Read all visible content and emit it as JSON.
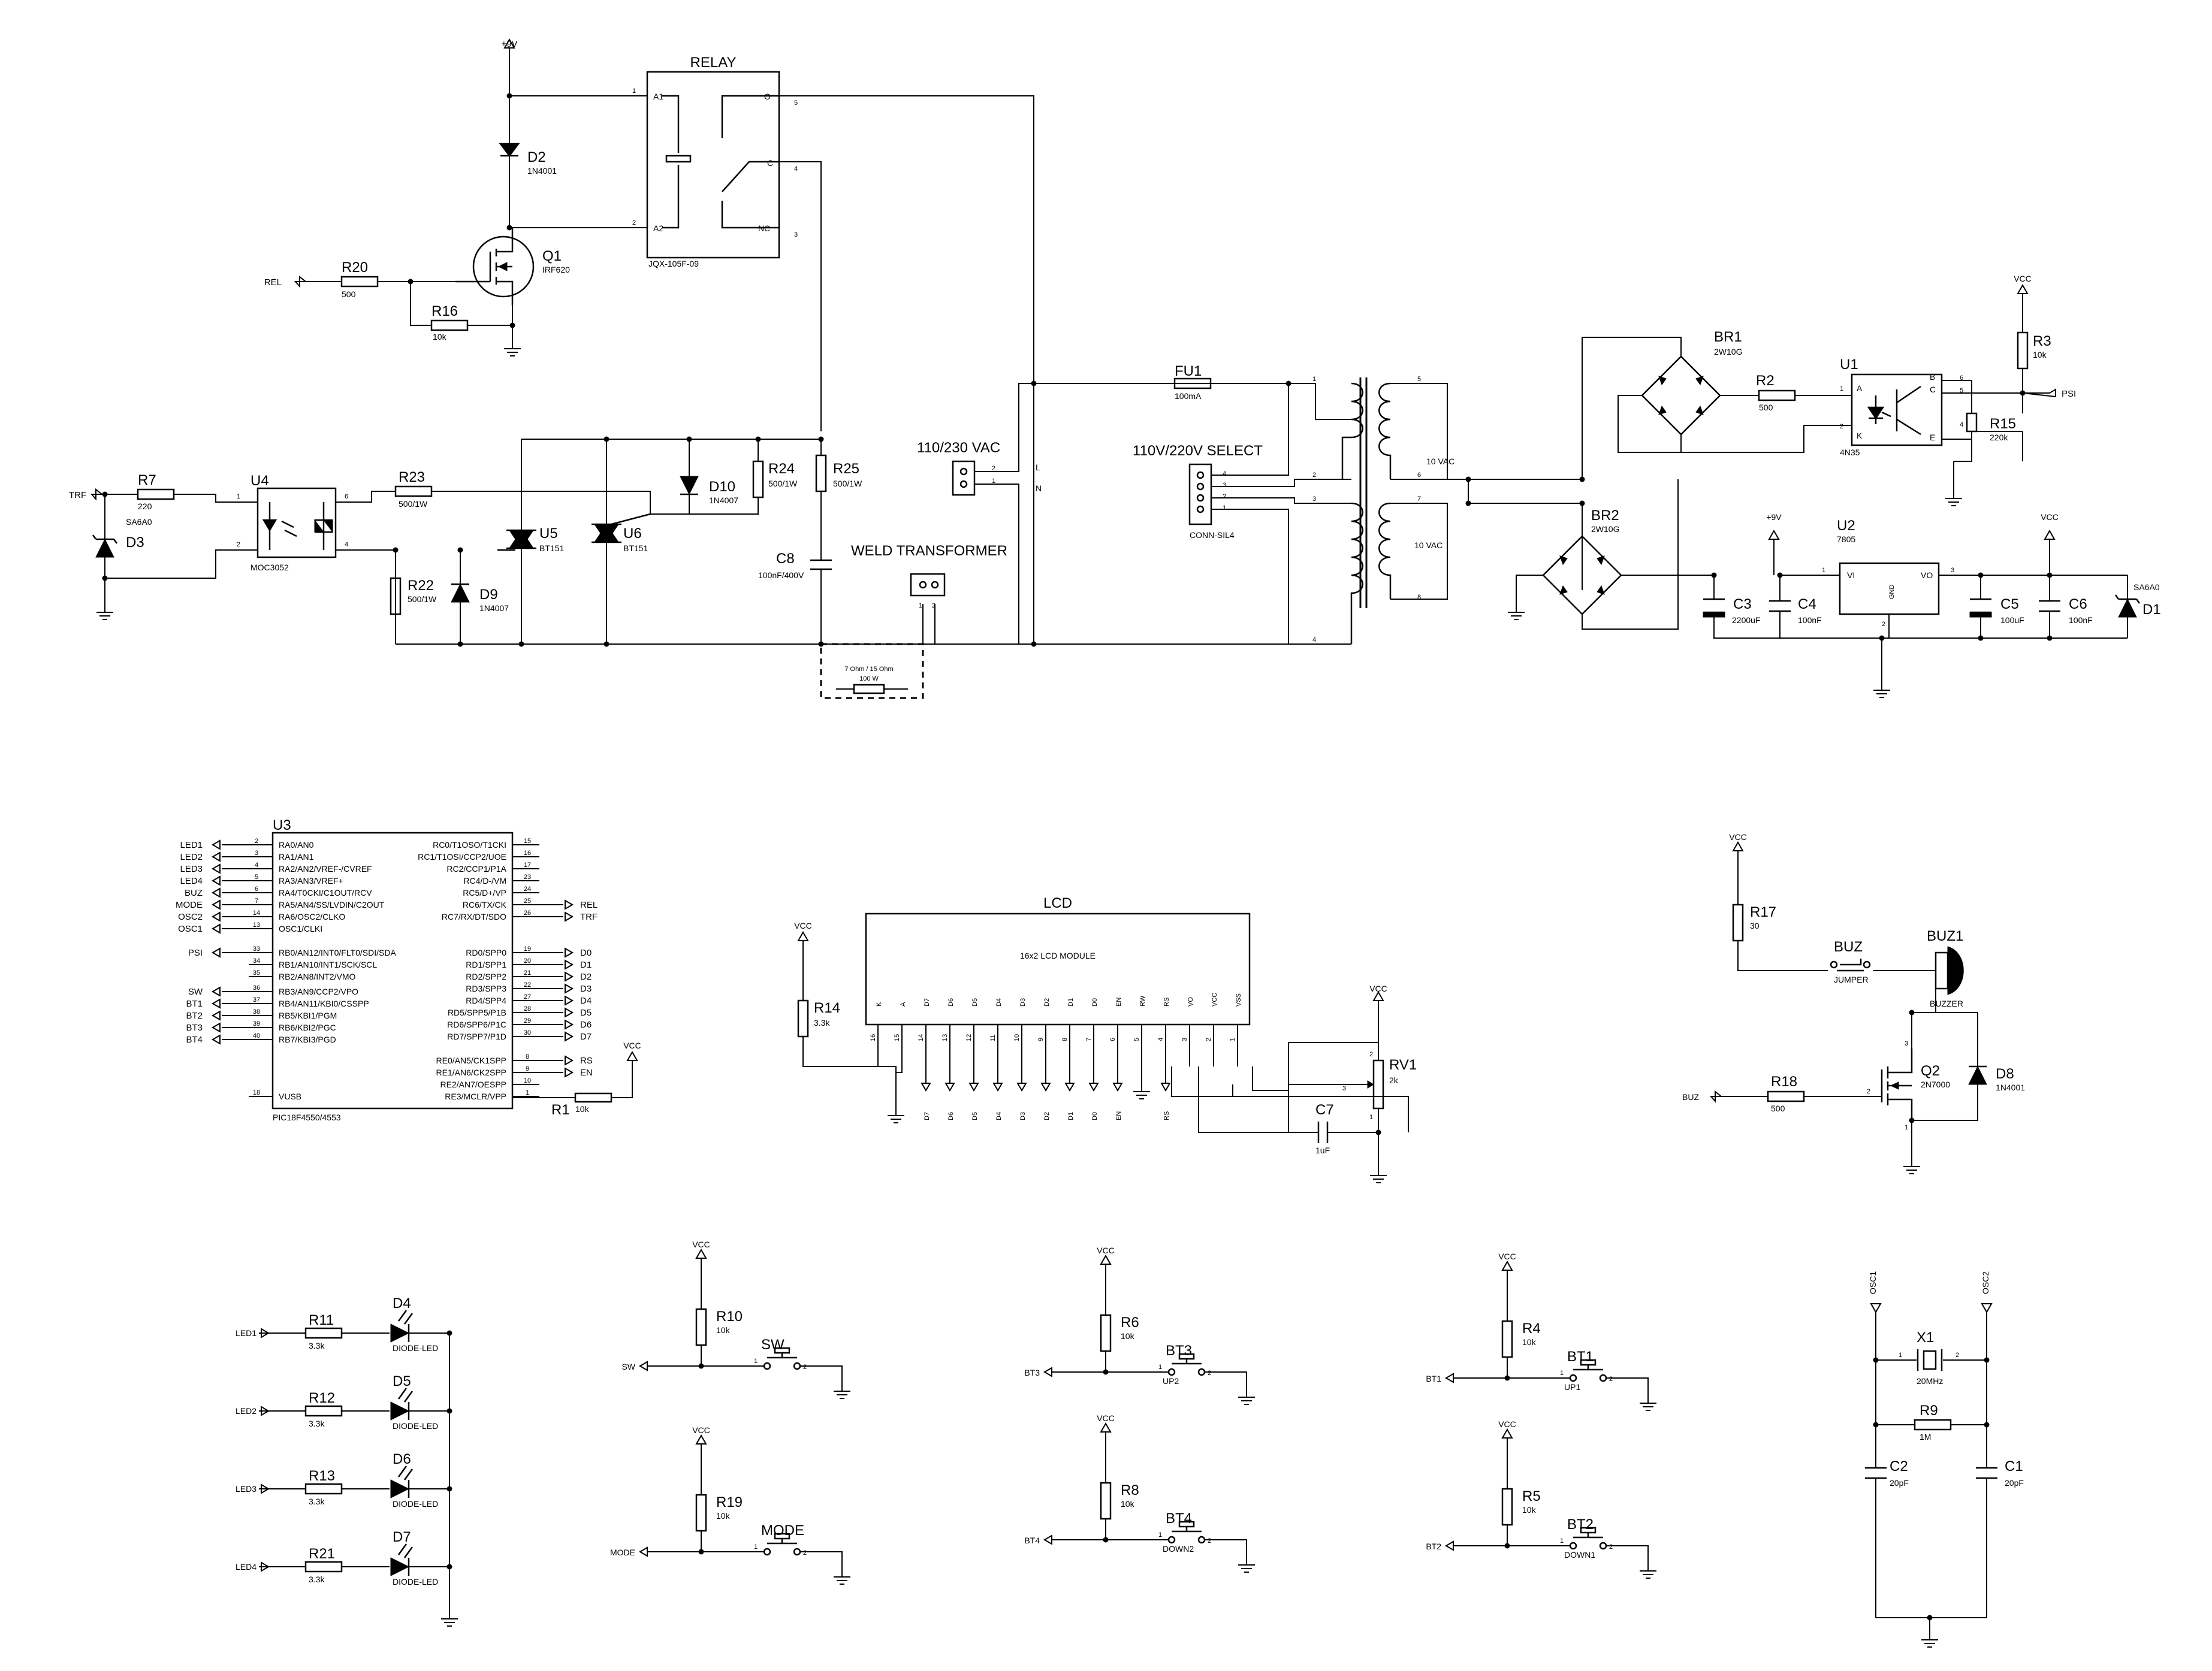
{
  "power": {
    "p9v": "+9V",
    "vcc": "VCC"
  },
  "relay": {
    "title": "RELAY",
    "part": "JQX-105F-09",
    "a1": "A1",
    "a2": "A2",
    "o": "O",
    "c": "C",
    "nc": "NC",
    "p1": "1",
    "p2": "2",
    "p3": "3",
    "p4": "4",
    "p5": "5"
  },
  "d2": {
    "ref": "D2",
    "val": "1N4001"
  },
  "q1": {
    "ref": "Q1",
    "val": "IRF620"
  },
  "r20": {
    "ref": "R20",
    "val": "500"
  },
  "r16": {
    "ref": "R16",
    "val": "10k"
  },
  "nets": {
    "rel": "REL",
    "trf": "TRF",
    "psi": "PSI",
    "buz": "BUZ",
    "sw": "SW",
    "mode": "MODE",
    "bt1": "BT1",
    "bt2": "BT2",
    "bt3": "BT3",
    "bt4": "BT4",
    "led1": "LED1",
    "led2": "LED2",
    "led3": "LED3",
    "led4": "LED4",
    "osc1": "OSC1",
    "osc2": "OSC2"
  },
  "r7": {
    "ref": "R7",
    "val": "220"
  },
  "d3": {
    "ref": "D3",
    "val": "SA6A0"
  },
  "u4": {
    "ref": "U4",
    "val": "MOC3052",
    "p1": "1",
    "p2": "2",
    "p4": "4",
    "p6": "6"
  },
  "r23": {
    "ref": "R23",
    "val": "500/1W"
  },
  "r22": {
    "ref": "R22",
    "val": "500/1W"
  },
  "d9": {
    "ref": "D9",
    "val": "1N4007"
  },
  "u5": {
    "ref": "U5",
    "val": "BT151"
  },
  "u6": {
    "ref": "U6",
    "val": "BT151"
  },
  "d10": {
    "ref": "D10",
    "val": "1N4007"
  },
  "r24": {
    "ref": "R24",
    "val": "500/1W"
  },
  "r25": {
    "ref": "R25",
    "val": "500/1W"
  },
  "c8": {
    "ref": "C8",
    "val": "100nF/400V"
  },
  "load": {
    "val1": "7 Ohm / 15 Ohm",
    "val2": "100 W"
  },
  "weld": {
    "title": "WELD TRANSFORMER",
    "p1": "1",
    "p2": "2"
  },
  "vac": {
    "title": "110/230 VAC",
    "p1": "1",
    "p2": "2",
    "l": "L",
    "n": "N"
  },
  "fu1": {
    "ref": "FU1",
    "val": "100mA"
  },
  "sel": {
    "title": "110V/220V SELECT",
    "part": "CONN-SIL4",
    "p1": "1",
    "p2": "2",
    "p3": "3",
    "p4": "4"
  },
  "tr": {
    "p1": "1",
    "p2": "2",
    "p3": "3",
    "p4": "4",
    "p5": "5",
    "p6": "6",
    "p7": "7",
    "p8": "8",
    "s1": "10 VAC",
    "s2": "10 VAC"
  },
  "br1": {
    "ref": "BR1",
    "val": "2W10G"
  },
  "br2": {
    "ref": "BR2",
    "val": "2W10G"
  },
  "r2": {
    "ref": "R2",
    "val": "500"
  },
  "u1": {
    "ref": "U1",
    "val": "4N35",
    "a": "A",
    "k": "K",
    "b": "B",
    "c": "C",
    "e": "E",
    "p1": "1",
    "p2": "2",
    "p4": "4",
    "p5": "5",
    "p6": "6"
  },
  "r3": {
    "ref": "R3",
    "val": "10k"
  },
  "r15": {
    "ref": "R15",
    "val": "220k"
  },
  "u2": {
    "ref": "U2",
    "val": "7805",
    "vi": "VI",
    "vo": "VO",
    "gnd": "GND",
    "p1": "1",
    "p2": "2",
    "p3": "3"
  },
  "c3": {
    "ref": "C3",
    "val": "2200uF"
  },
  "c4": {
    "ref": "C4",
    "val": "100nF"
  },
  "c5": {
    "ref": "C5",
    "val": "100uF"
  },
  "c6": {
    "ref": "C6",
    "val": "100nF"
  },
  "d1": {
    "ref": "D1",
    "val": "SA6A0"
  },
  "u3": {
    "ref": "U3",
    "val": "PIC18F4550/4553",
    "left": [
      {
        "net": "LED1",
        "pin": "2",
        "name": "RA0/AN0"
      },
      {
        "net": "LED2",
        "pin": "3",
        "name": "RA1/AN1"
      },
      {
        "net": "LED3",
        "pin": "4",
        "name": "RA2/AN2/VREF-/CVREF"
      },
      {
        "net": "LED4",
        "pin": "5",
        "name": "RA3/AN3/VREF+"
      },
      {
        "net": "BUZ",
        "pin": "6",
        "name": "RA4/T0CKI/C1OUT/RCV"
      },
      {
        "net": "MODE",
        "pin": "7",
        "name": "RA5/AN4/SS/LVDIN/C2OUT"
      },
      {
        "net": "OSC2",
        "pin": "14",
        "name": "RA6/OSC2/CLKO"
      },
      {
        "net": "OSC1",
        "pin": "13",
        "name": "OSC1/CLKI"
      },
      {
        "net": "PSI",
        "pin": "33",
        "name": "RB0/AN12/INT0/FLT0/SDI/SDA"
      },
      {
        "net": "",
        "pin": "34",
        "name": "RB1/AN10/INT1/SCK/SCL"
      },
      {
        "net": "",
        "pin": "35",
        "name": "RB2/AN8/INT2/VMO"
      },
      {
        "net": "SW",
        "pin": "36",
        "name": "RB3/AN9/CCP2/VPO"
      },
      {
        "net": "BT1",
        "pin": "37",
        "name": "RB4/AN11/KBI0/CSSPP"
      },
      {
        "net": "BT2",
        "pin": "38",
        "name": "RB5/KBI1/PGM"
      },
      {
        "net": "BT3",
        "pin": "39",
        "name": "RB6/KBI2/PGC"
      },
      {
        "net": "BT4",
        "pin": "40",
        "name": "RB7/KBI3/PGD"
      },
      {
        "net": "",
        "pin": "18",
        "name": "VUSB"
      }
    ],
    "right": [
      {
        "net": "",
        "pin": "15",
        "name": "RC0/T1OSO/T1CKI"
      },
      {
        "net": "",
        "pin": "16",
        "name": "RC1/T1OSI/CCP2/UOE"
      },
      {
        "net": "",
        "pin": "17",
        "name": "RC2/CCP1/P1A"
      },
      {
        "net": "",
        "pin": "23",
        "name": "RC4/D-/VM"
      },
      {
        "net": "",
        "pin": "24",
        "name": "RC5/D+/VP"
      },
      {
        "net": "REL",
        "pin": "25",
        "name": "RC6/TX/CK"
      },
      {
        "net": "TRF",
        "pin": "26",
        "name": "RC7/RX/DT/SDO"
      },
      {
        "net": "D0",
        "pin": "19",
        "name": "RD0/SPP0"
      },
      {
        "net": "D1",
        "pin": "20",
        "name": "RD1/SPP1"
      },
      {
        "net": "D2",
        "pin": "21",
        "name": "RD2/SPP2"
      },
      {
        "net": "D3",
        "pin": "22",
        "name": "RD3/SPP3"
      },
      {
        "net": "D4",
        "pin": "27",
        "name": "RD4/SPP4"
      },
      {
        "net": "D5",
        "pin": "28",
        "name": "RD5/SPP5/P1B"
      },
      {
        "net": "D6",
        "pin": "29",
        "name": "RD6/SPP6/P1C"
      },
      {
        "net": "D7",
        "pin": "30",
        "name": "RD7/SPP7/P1D"
      },
      {
        "net": "RS",
        "pin": "8",
        "name": "RE0/AN5/CK1SPP"
      },
      {
        "net": "EN",
        "pin": "9",
        "name": "RE1/AN6/CK2SPP"
      },
      {
        "net": "",
        "pin": "10",
        "name": "RE2/AN7/OESPP"
      },
      {
        "net": "",
        "pin": "1",
        "name": "RE3/MCLR/VPP"
      }
    ]
  },
  "r1": {
    "ref": "R1",
    "val": "10k"
  },
  "lcd": {
    "title": "LCD",
    "part": "16x2 LCD MODULE",
    "pins": [
      {
        "name": "K",
        "num": "16",
        "net": ""
      },
      {
        "name": "A",
        "num": "15",
        "net": ""
      },
      {
        "name": "D7",
        "num": "14",
        "net": "D7"
      },
      {
        "name": "D6",
        "num": "13",
        "net": "D6"
      },
      {
        "name": "D5",
        "num": "12",
        "net": "D5"
      },
      {
        "name": "D4",
        "num": "11",
        "net": "D4"
      },
      {
        "name": "D3",
        "num": "10",
        "net": "D3"
      },
      {
        "name": "D2",
        "num": "9",
        "net": "D2"
      },
      {
        "name": "D1",
        "num": "8",
        "net": "D1"
      },
      {
        "name": "D0",
        "num": "7",
        "net": "D0"
      },
      {
        "name": "EN",
        "num": "6",
        "net": "EN"
      },
      {
        "name": "RW",
        "num": "5",
        "net": ""
      },
      {
        "name": "RS",
        "num": "4",
        "net": "RS"
      },
      {
        "name": "VO",
        "num": "3",
        "net": ""
      },
      {
        "name": "VCC",
        "num": "2",
        "net": ""
      },
      {
        "name": "VSS",
        "num": "1",
        "net": ""
      }
    ]
  },
  "r14": {
    "ref": "R14",
    "val": "3.3k"
  },
  "rv1": {
    "ref": "RV1",
    "val": "2k",
    "p1": "1",
    "p2": "2",
    "p3": "3"
  },
  "c7": {
    "ref": "C7",
    "val": "1uF"
  },
  "r17": {
    "ref": "R17",
    "val": "30"
  },
  "buzj": {
    "ref": "BUZ",
    "val": "JUMPER"
  },
  "buz1": {
    "ref": "BUZ1",
    "val": "BUZZER"
  },
  "r18": {
    "ref": "R18",
    "val": "500"
  },
  "q2": {
    "ref": "Q2",
    "val": "2N7000",
    "p1": "1",
    "p2": "2",
    "p3": "3"
  },
  "d8": {
    "ref": "D8",
    "val": "1N4001"
  },
  "leds": [
    {
      "net": "LED1",
      "r": "R11",
      "rv": "3.3k",
      "d": "D4",
      "dv": "DIODE-LED"
    },
    {
      "net": "LED2",
      "r": "R12",
      "rv": "3.3k",
      "d": "D5",
      "dv": "DIODE-LED"
    },
    {
      "net": "LED3",
      "r": "R13",
      "rv": "3.3k",
      "d": "D6",
      "dv": "DIODE-LED"
    },
    {
      "net": "LED4",
      "r": "R21",
      "rv": "3.3k",
      "d": "D7",
      "dv": "DIODE-LED"
    }
  ],
  "buttons": [
    {
      "net": "SW",
      "r": "R10",
      "rv": "10k",
      "sw": "SW",
      "lab": ""
    },
    {
      "net": "MODE",
      "r": "R19",
      "rv": "10k",
      "sw": "MODE",
      "lab": ""
    },
    {
      "net": "BT3",
      "r": "R6",
      "rv": "10k",
      "sw": "BT3",
      "lab": "UP2"
    },
    {
      "net": "BT4",
      "r": "R8",
      "rv": "10k",
      "sw": "BT4",
      "lab": "DOWN2"
    },
    {
      "net": "BT1",
      "r": "R4",
      "rv": "10k",
      "sw": "BT1",
      "lab": "UP1"
    },
    {
      "net": "BT2",
      "r": "R5",
      "rv": "10k",
      "sw": "BT2",
      "lab": "DOWN1"
    }
  ],
  "x1": {
    "ref": "X1",
    "val": "20MHz"
  },
  "r9": {
    "ref": "R9",
    "val": "1M"
  },
  "c2": {
    "ref": "C2",
    "val": "20pF"
  },
  "c1": {
    "ref": "C1",
    "val": "20pF"
  }
}
